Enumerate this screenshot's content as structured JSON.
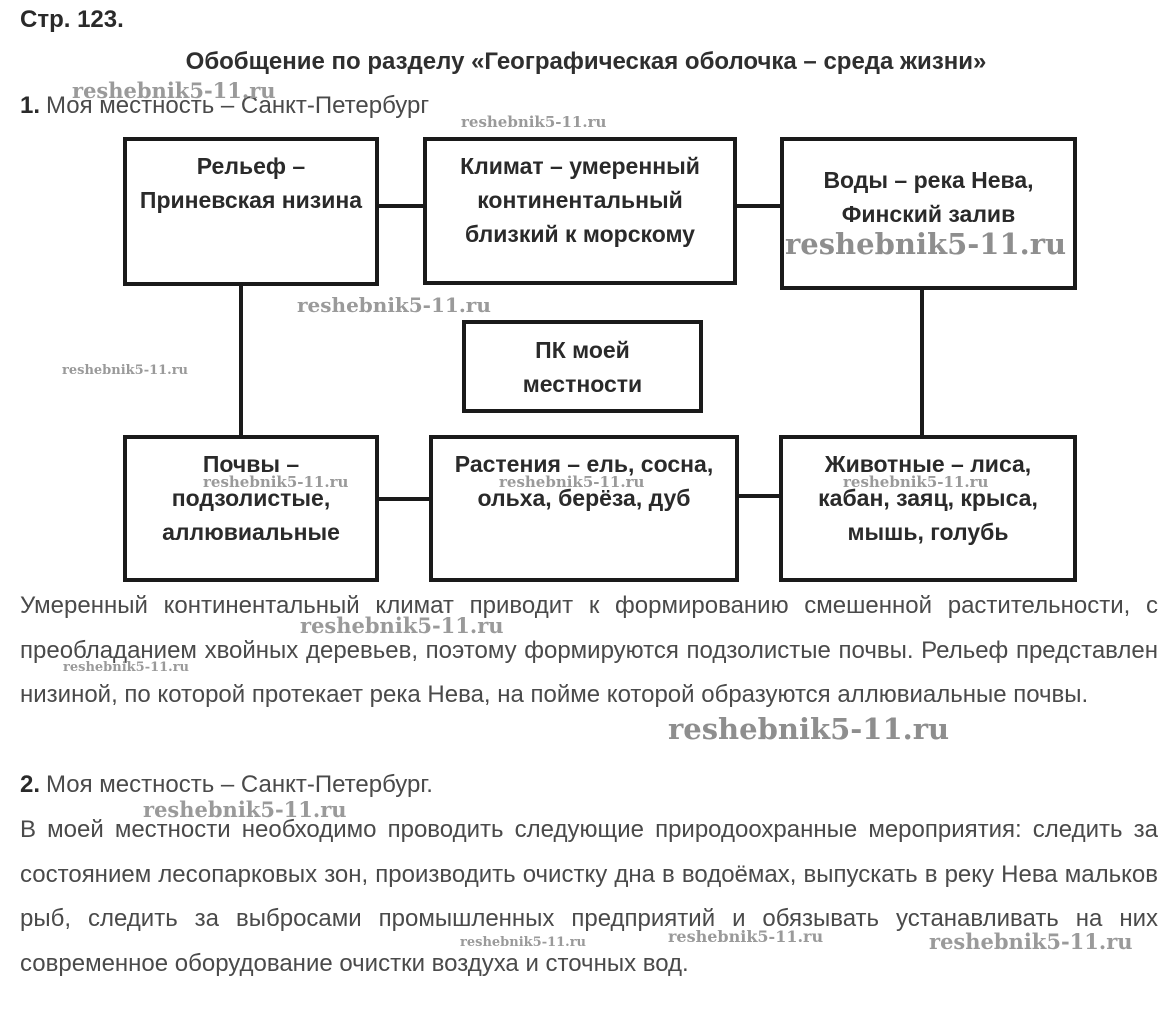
{
  "page_label": "Стр. 123.",
  "heading": "Обобщение по разделу «Географическая оболочка – среда жизни»",
  "task1": {
    "number": "1.",
    "text": "Моя местность – Санкт-Петербург"
  },
  "diagram": {
    "relief": "Рельеф – Приневская низина",
    "climate": "Климат – умеренный континентальный близкий к морскому",
    "waters": "Воды – река Нева, Финский залив",
    "center": "ПК моей местности",
    "soils": "Почвы – подзолистые, аллювиальные",
    "plants": "Растения – ель, сосна, ольха, берёза, дуб",
    "animals": "Животные – лиса, кабан, заяц, крыса, мышь, голубь"
  },
  "paragraph1": "Умеренный континентальный климат приводит к формированию смешенной растительности, с преобладанием хвойных деревьев, поэтому формируются подзолистые почвы. Рельеф представлен низиной, по которой протекает река Нева, на пойме которой образуются аллювиальные почвы.",
  "task2": {
    "number": "2.",
    "text": "Моя местность – Санкт-Петербург."
  },
  "paragraph2": "В моей местности необходимо проводить следующие природоохранные мероприятия: следить за состоянием лесопарковых зон, производить очистку дна в водоёмах, выпускать в реку Нева мальков рыб, следить за выбросами промышленных предприятий и обязывать устанавливать на них современное оборудование очистки воздуха и сточных вод.",
  "watermark": "reshebnik5-11.ru"
}
